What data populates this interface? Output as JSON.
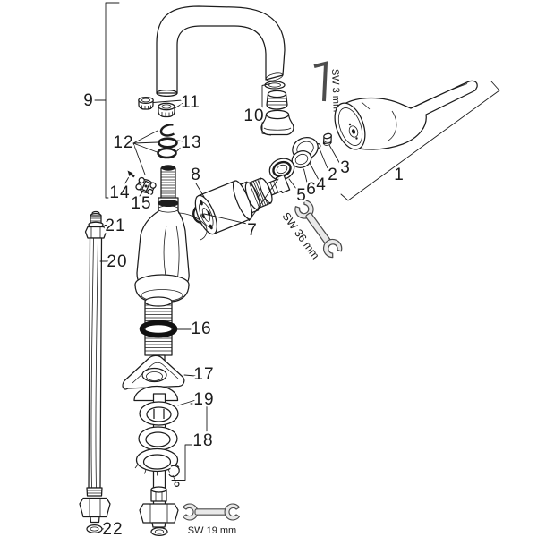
{
  "diagram": {
    "background_color": "#ffffff",
    "line_color": "#1c1c1c",
    "labels": {
      "1": "1",
      "2": "2",
      "3": "3",
      "4": "4",
      "5": "5",
      "6": "6",
      "7": "7",
      "8": "8",
      "9": "9",
      "10": "10",
      "11": "11",
      "12": "12",
      "13": "13",
      "14": "14",
      "15": "15",
      "16": "16",
      "17": "17",
      "18": "18",
      "19": "19",
      "20": "20",
      "21": "21",
      "22": "22"
    },
    "tools": {
      "allen_key": "SW 3 mm",
      "wrench_36": "SW 36 mm",
      "wrench_19": "SW 19 mm"
    }
  }
}
